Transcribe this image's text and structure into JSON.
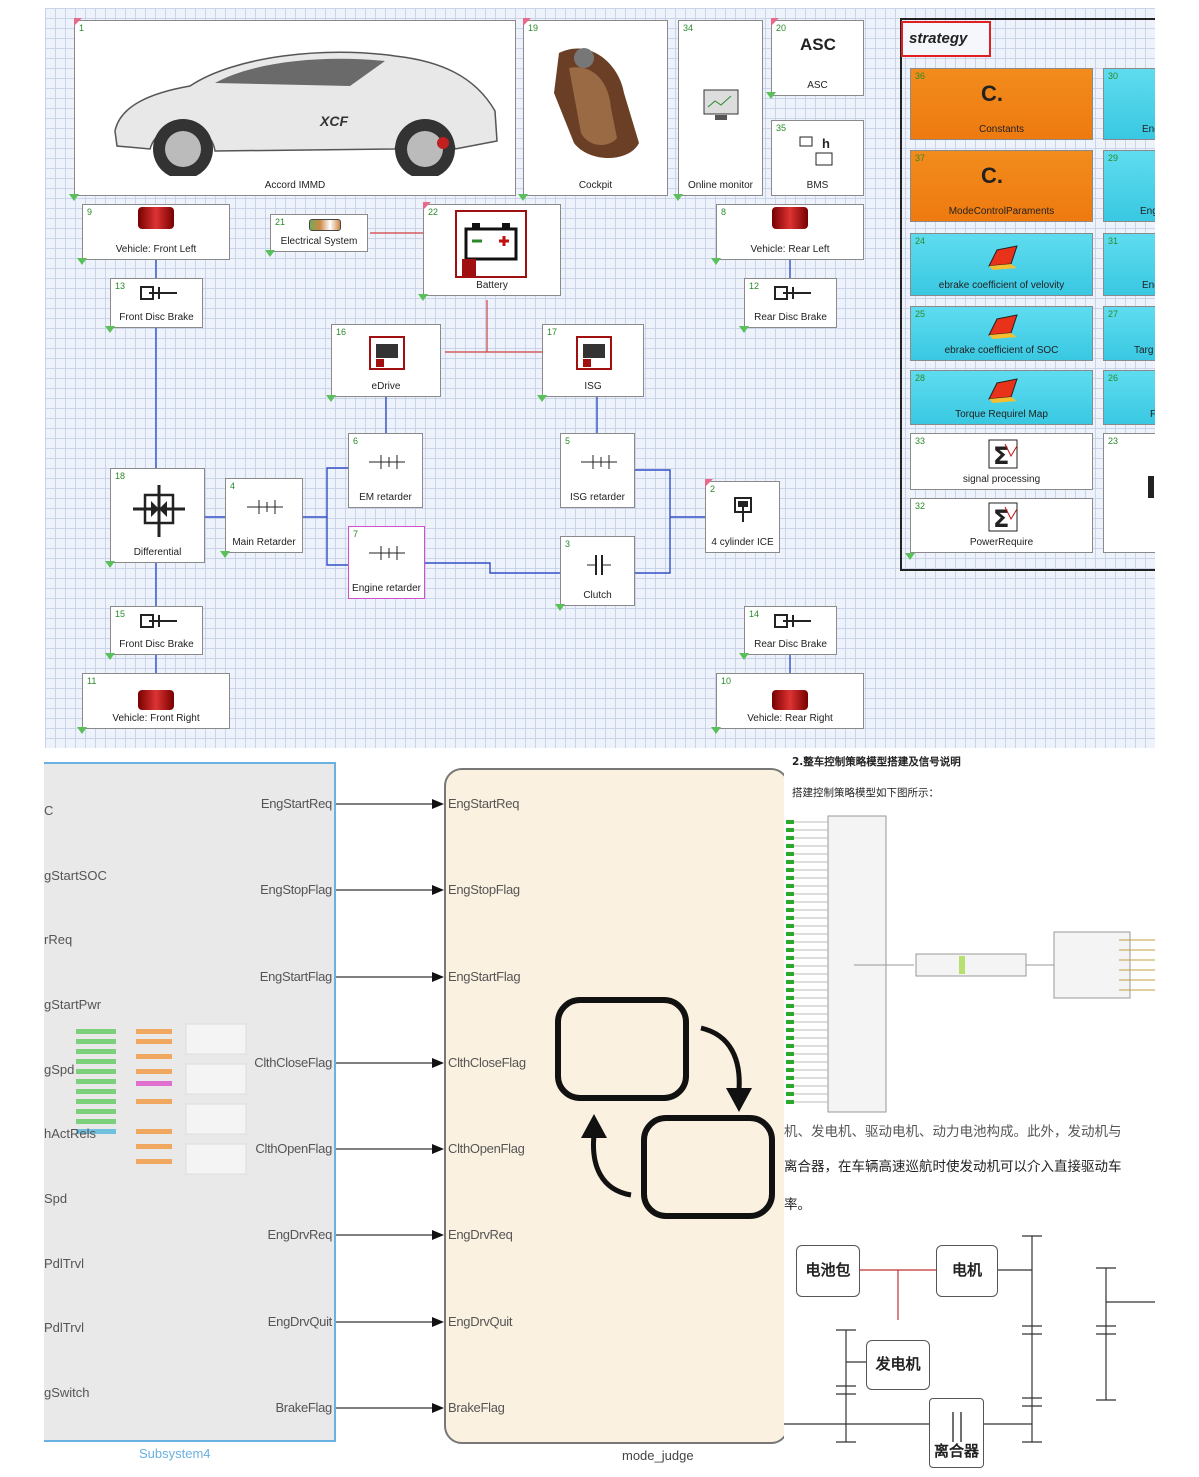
{
  "top_model": {
    "blocks": {
      "b1": {
        "num": "1",
        "label": "Accord IMMD"
      },
      "b19": {
        "num": "19",
        "label": "Cockpit"
      },
      "b34": {
        "num": "34",
        "label": "Online monitor"
      },
      "b20": {
        "num": "20",
        "label": "ASC",
        "icon_text": "ASC"
      },
      "b35": {
        "num": "35",
        "label": "BMS"
      },
      "b9": {
        "num": "9",
        "label": "Vehicle: Front Left"
      },
      "b21": {
        "num": "21",
        "label": "Electrical System"
      },
      "b22": {
        "num": "22",
        "label": "Battery"
      },
      "b8": {
        "num": "8",
        "label": "Vehicle: Rear Left"
      },
      "b13": {
        "num": "13",
        "label": "Front Disc Brake"
      },
      "b12": {
        "num": "12",
        "label": "Rear Disc Brake"
      },
      "b16": {
        "num": "16",
        "label": "eDrive"
      },
      "b17": {
        "num": "17",
        "label": "ISG"
      },
      "b6": {
        "num": "6",
        "label": "EM retarder"
      },
      "b5": {
        "num": "5",
        "label": "ISG retarder"
      },
      "b18": {
        "num": "18",
        "label": "Differential"
      },
      "b4": {
        "num": "4",
        "label": "Main Retarder"
      },
      "b7": {
        "num": "7",
        "label": "Engine retarder"
      },
      "b3": {
        "num": "3",
        "label": "Clutch"
      },
      "b2": {
        "num": "2",
        "label": "4 cylinder ICE"
      },
      "b15": {
        "num": "15",
        "label": "Front Disc Brake"
      },
      "b14": {
        "num": "14",
        "label": "Rear Disc Brake"
      },
      "b11": {
        "num": "11",
        "label": "Vehicle: Front Right"
      },
      "b10": {
        "num": "10",
        "label": "Vehicle: Rear Right"
      }
    },
    "car_badge": "XCF",
    "strategy": {
      "title": "strategy",
      "items": [
        {
          "num": "36",
          "label": "Constants",
          "style": "orange",
          "icon": "C."
        },
        {
          "num": "37",
          "label": "ModeControlParaments",
          "style": "orange",
          "icon": "C."
        },
        {
          "num": "24",
          "label": "ebrake coefficient of velovity",
          "style": "cyan"
        },
        {
          "num": "25",
          "label": "ebrake coefficient of SOC",
          "style": "cyan"
        },
        {
          "num": "28",
          "label": "Torque Requirel Map",
          "style": "cyan"
        },
        {
          "num": "33",
          "label": "signal processing",
          "style": "white"
        },
        {
          "num": "32",
          "label": "PowerRequire",
          "style": "white"
        }
      ],
      "right_col": [
        {
          "num": "30",
          "label": "Eng"
        },
        {
          "num": "29",
          "label": "Eng"
        },
        {
          "num": "31",
          "label": "Eng"
        },
        {
          "num": "27",
          "label": "Targ"
        },
        {
          "num": "26",
          "label": "F"
        },
        {
          "num": "23",
          "label": ""
        }
      ]
    }
  },
  "simulink": {
    "left_cut_labels": [
      "C",
      "gStartSOC",
      "rReq",
      "gStartPwr",
      "gSpd",
      "hActRels",
      "Spd",
      "PdlTrvl",
      "PdlTrvl",
      "gSwitch"
    ],
    "signals": [
      "EngStartReq",
      "EngStopFlag",
      "EngStartFlag",
      "ClthCloseFlag",
      "ClthOpenFlag",
      "EngDrvReq",
      "EngDrvQuit",
      "BrakeFlag"
    ],
    "subsystem_caption": "Subsystem4",
    "chart_caption": "mode_judge"
  },
  "doc": {
    "heading": "2.整车控制策略模型搭建及信号说明",
    "intro": "搭建控制策略模型如下图所示：",
    "cut_line": "机、发电机、驱动电机、动力电池构成。此外，发动机与",
    "para1": "离合器，在车辆高速巡航时使发动机可以介入直接驱动车",
    "para2": "率。",
    "nodes": {
      "battery": "电池包",
      "motor": "电机",
      "generator": "发电机",
      "clutch": "离合器"
    }
  }
}
